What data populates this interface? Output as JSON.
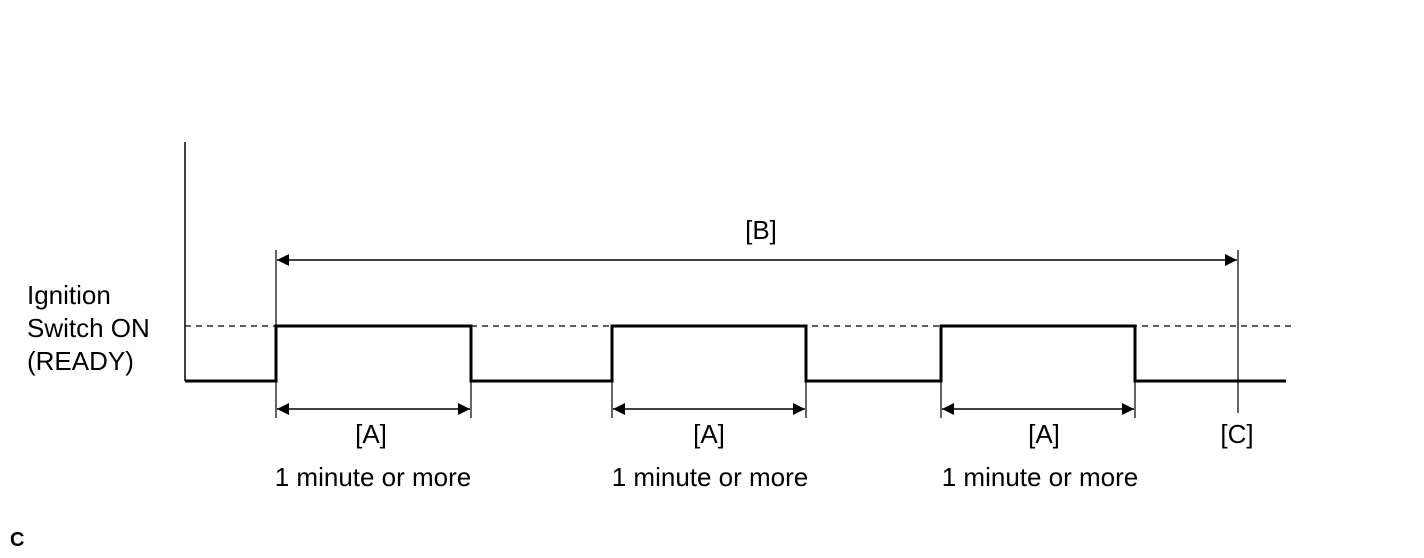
{
  "ignition_label": {
    "line1": "Ignition",
    "line2": "Switch ON",
    "line3": "(READY)"
  },
  "period_b": {
    "label": "[B]"
  },
  "period_c": {
    "label": "[C]"
  },
  "on_periods": [
    {
      "label": "[A]",
      "duration": "1 minute or more"
    },
    {
      "label": "[A]",
      "duration": "1 minute or more"
    },
    {
      "label": "[A]",
      "duration": "1 minute or more"
    }
  ],
  "figure_code": "C"
}
